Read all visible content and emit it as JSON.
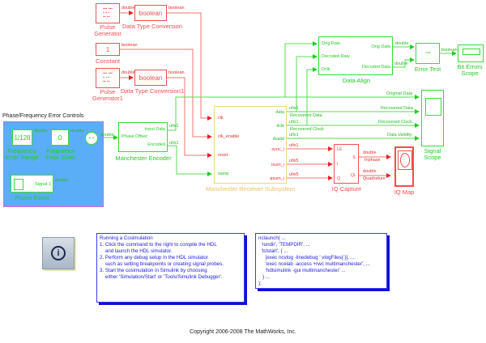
{
  "colors": {
    "hdl_red": "#f05050",
    "sim_green": "#22cc22",
    "subsystem_yellow": "#f2d680",
    "controls_bg": "#5aaef8",
    "note_blue": "#2020e0"
  },
  "blocks": {
    "pulse_gen": {
      "label1": "Pulse",
      "label2": "Generator"
    },
    "dtc": {
      "value": "boolean",
      "label": "Data Type Conversion"
    },
    "constant": {
      "value": "1",
      "label": "Constant"
    },
    "pulse_gen1": {
      "label1": "Pulse",
      "label2": "Generator1"
    },
    "dtc1": {
      "value": "boolean",
      "label": "Data Type Conversion1"
    },
    "controls": {
      "title": "Phase/Frequency Error Controls"
    },
    "freq_range": {
      "value": "1/128",
      "label1": "Frequency",
      "label2": "Error Range"
    },
    "freq_slider": {
      "value": "0",
      "label1": "Frequency",
      "label2": "Error Slider"
    },
    "phase_event": {
      "port": "Signal 1",
      "label": "Phase Event"
    },
    "sum": {
      "glyph": "+ +"
    },
    "encoder": {
      "label": "Manchester Encoder",
      "in": "Phase Offset",
      "out1": "Input Data",
      "out2": "Encoded"
    },
    "receiver": {
      "label": "Manchester Receiver Subsystem",
      "in": [
        "clk",
        "clk_enable",
        "reset",
        "samp"
      ],
      "out": [
        "data",
        "dclk",
        "dvalid",
        "sync_i",
        "isum_i",
        "qsum_i"
      ]
    },
    "data_align": {
      "label": "Data Align",
      "in": [
        "Orig Raw",
        "Decoded Raw",
        "Dclk"
      ],
      "out": [
        "Orig Data",
        "Decoded Data"
      ]
    },
    "error_test": {
      "glyph": "~=",
      "label": "Error Test"
    },
    "bit_errors": {
      "label1": "Bit Errors",
      "label2": "Scope"
    },
    "signal_scope": {
      "label1": "Signal",
      "label2": "Scope"
    },
    "iq_capture": {
      "label": "IQ Capture",
      "in": [
        "LE",
        "I",
        "Q"
      ],
      "out": [
        "IL",
        "QL"
      ]
    },
    "iq_map": {
      "label": "IQ Map"
    }
  },
  "signals": {
    "double": "double",
    "boolean": "boolean",
    "ufix1": "ufix1",
    "ufix5": "ufix5",
    "orig_data": "Original Data",
    "rec_data": "Recovered Data",
    "rec_clock": "Recovered Clock",
    "data_validity": "Data Validity",
    "inphase": "Inphase",
    "quadrature": "Quadrature"
  },
  "info_button": {
    "icon": "info-icon",
    "glyph": "i"
  },
  "note_instructions": {
    "lines": [
      "Running a Cosimulation",
      "",
      "1. Click the command to the right to compile the HDL",
      "    and launch the HDL simulator.",
      "",
      "2. Perform any debug setup in the HDL simulator",
      "    such as setting breakpoints or creating signal probes.",
      "",
      "3. Start the cosimulation in Simulink by choosing",
      "    either 'Simulation/Start' or 'Tools/Simulink Debugger'."
    ]
  },
  "note_command": {
    "lines": [
      "nclaunch( ...",
      "  'rundir', 'TEMPDIR', ...",
      "  'tclstart', { ...",
      "     [exec ncvlog -linedebug ' vlogFiles{:}], ...",
      "     'exec ncelab -access +rwc multimanchester', ...",
      "     'hdlsimulink -gui multimanchester' ...",
      "   } ...",
      ");"
    ]
  },
  "copyright": "Copyright 2006-2008 The MathWorks, Inc."
}
